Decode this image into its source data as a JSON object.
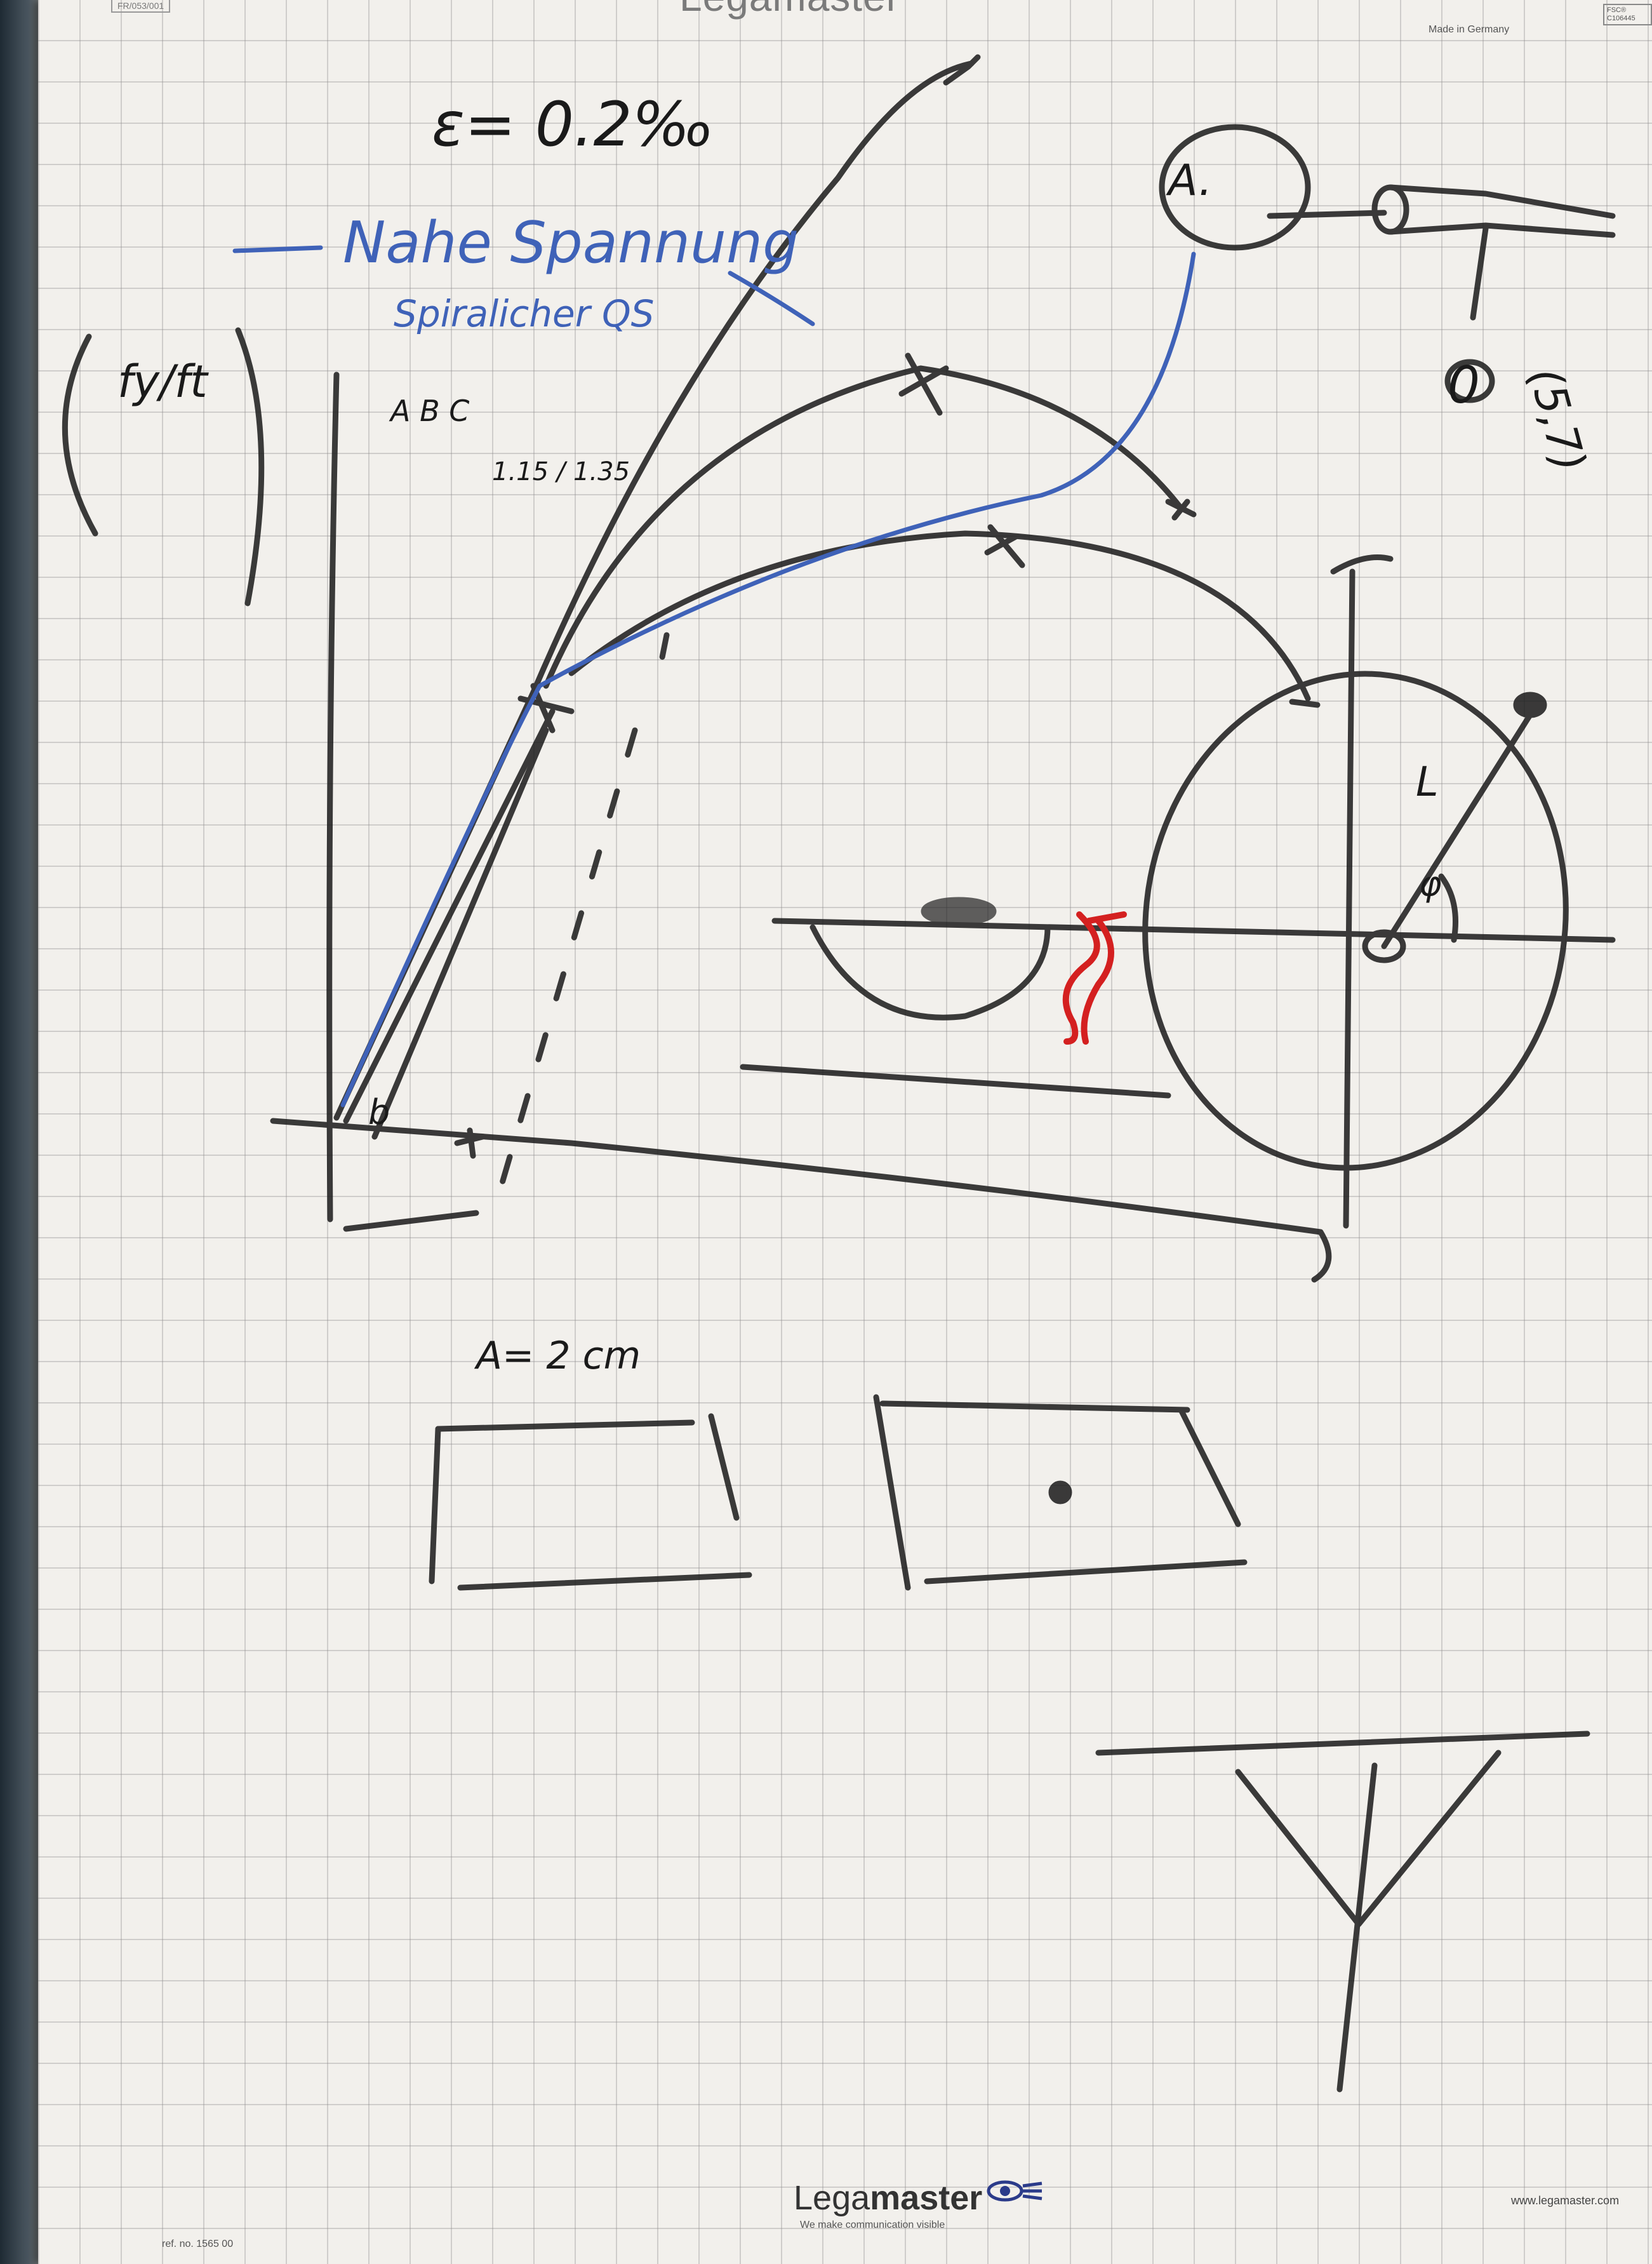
{
  "flipchart": {
    "brand": "Legamaster",
    "brand_prefix": "Lega",
    "brand_suffix": "master",
    "tagline": "We make communication visible",
    "reference": "ref. no. 1565 00",
    "website": "www.legamaster.com",
    "made_in": "Made in Germany",
    "sheet_code": "FR/053/001",
    "fsc_label": "FSC® C106445"
  },
  "handwriting": {
    "epsilon": "ε= 0.2‰",
    "nahe_spannung": "Nahe Spannung",
    "spiral_qs": "Spiralicher QS",
    "ratio": "fy/ft",
    "abc": "A B C",
    "values": "1.15 / 1.35",
    "a_label": "A.",
    "zero_label": "0",
    "paren_label": "(5,7)",
    "l_label": "L",
    "phi_label": "φ",
    "b_label": "b",
    "dimension": "A= 2 cm"
  },
  "colors": {
    "paper": "#f2f0ec",
    "grid": "#8c8c8c",
    "black_marker": "#1a1a1a",
    "blue_marker": "#3f62b8",
    "red_marker": "#d42020"
  }
}
